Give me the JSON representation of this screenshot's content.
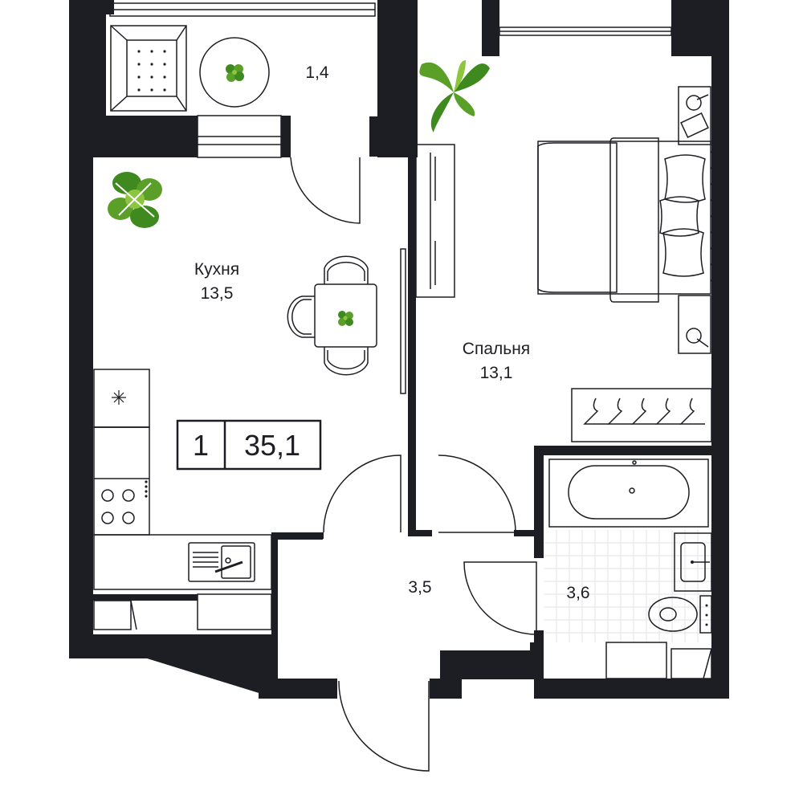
{
  "colors": {
    "wall": "#1d1d24",
    "line": "#1d1d24",
    "background": "#ffffff",
    "plant_dark": "#3f8a1e",
    "plant_light": "#8cc63f",
    "bath_tile_grid": "#e3e3e3"
  },
  "summary": {
    "rooms": "1",
    "total_area": "35,1"
  },
  "rooms": {
    "balcony": {
      "name": "",
      "area": "1,4"
    },
    "kitchen": {
      "name": "Кухня",
      "area": "13,5"
    },
    "bedroom": {
      "name": "Спальня",
      "area": "13,1"
    },
    "hall": {
      "name": "",
      "area": "3,5"
    },
    "bathroom": {
      "name": "",
      "area": "3,6"
    }
  },
  "icons": {
    "stove": "cooktop-icon",
    "fridge": "snowflake-icon",
    "sink": "kitchen-sink-icon",
    "plants": "monstera-plant-icon"
  }
}
